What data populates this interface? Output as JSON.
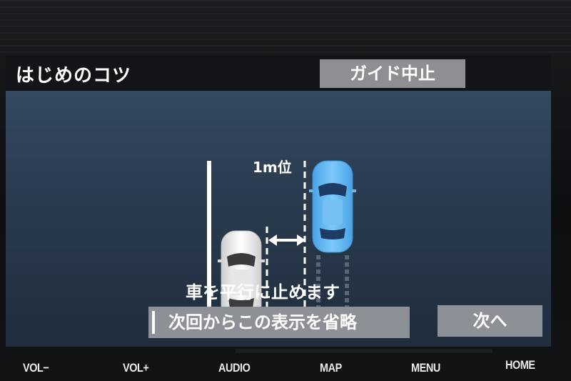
{
  "screen": {
    "title": "はじめのコツ",
    "stop_guide_button": "ガイド中止",
    "distance_label": "1m位",
    "instruction": "車を平行に止めます",
    "skip_button": "次回からこの表示を省略",
    "next_button": "次へ"
  },
  "hardware_buttons": {
    "vol_down": "VOL−",
    "vol_up": "VOL+",
    "audio": "AUDIO",
    "map": "MAP",
    "menu": "MENU",
    "home": "HOME"
  },
  "colors": {
    "guide_bg": "#2f4358",
    "own_car": "#5fb8f2",
    "parked_car": "#f2f2f2",
    "button_gray": "#8d9096"
  },
  "icons": {
    "distance_arrow": "double-arrow-horizontal-icon"
  }
}
